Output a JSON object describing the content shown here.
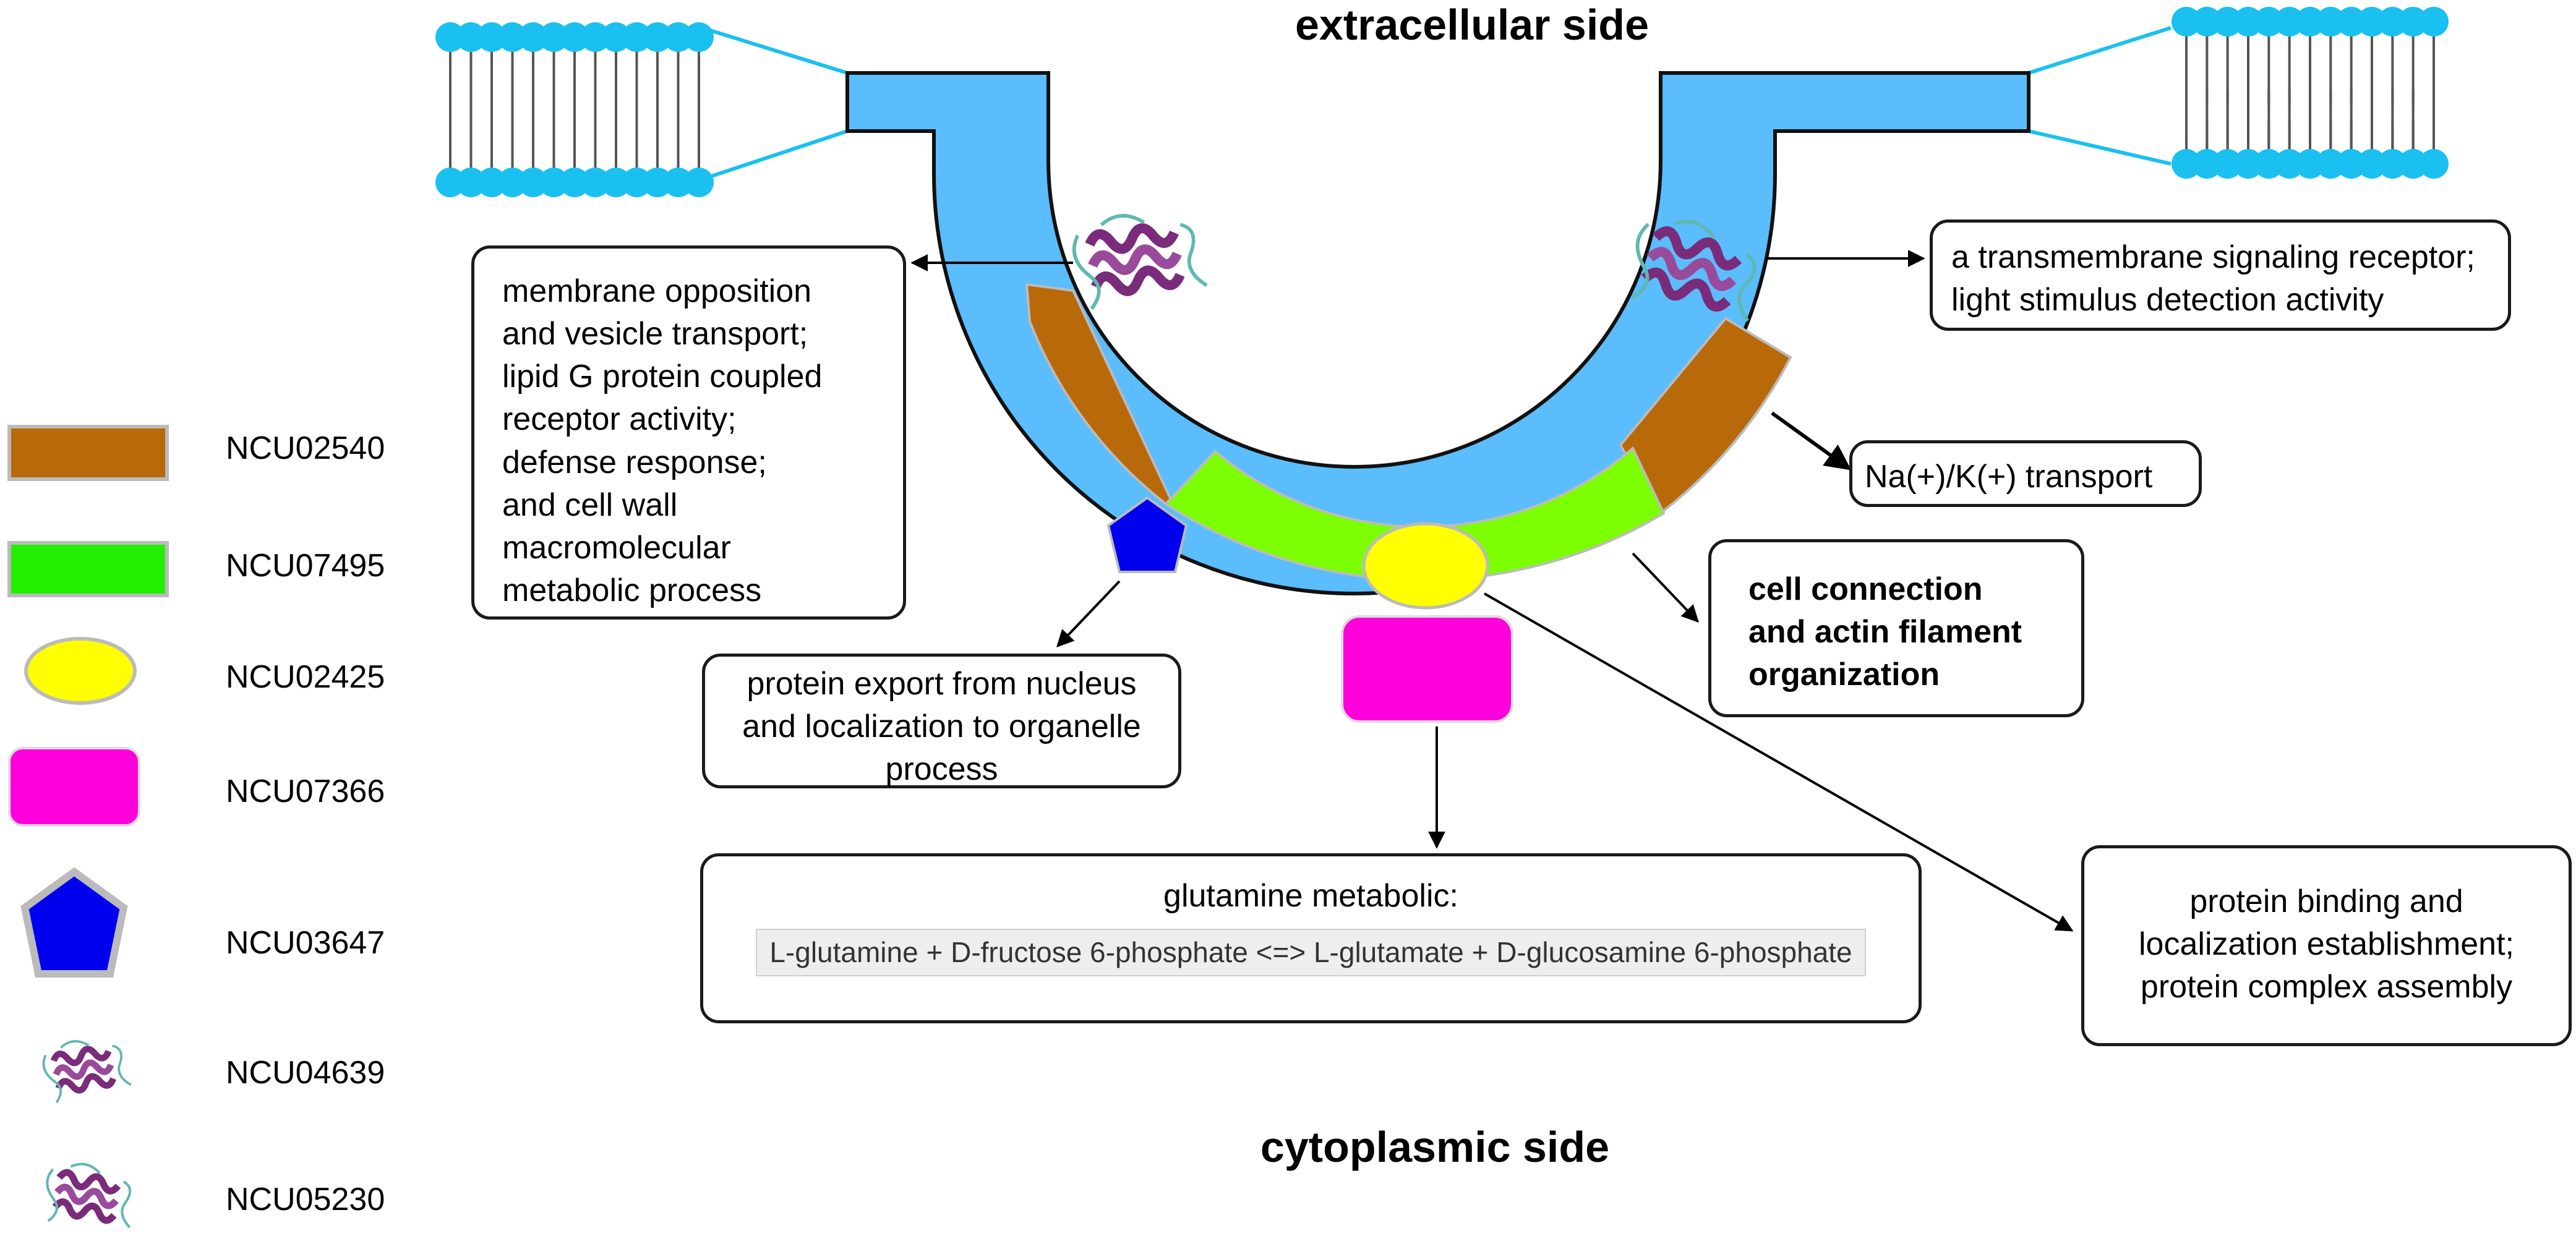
{
  "titles": {
    "extracellular": "extracellular side",
    "cytoplasmic": "cytoplasmic side"
  },
  "legend": [
    {
      "label": "NCU02540",
      "shape": "brown-rectangle",
      "color": "#b8690a"
    },
    {
      "label": "NCU07495",
      "shape": "green-rectangle",
      "color": "#22ee00"
    },
    {
      "label": "NCU02425",
      "shape": "yellow-ellipse",
      "color": "#ffff00"
    },
    {
      "label": "NCU07366",
      "shape": "magenta-rounded-rectangle",
      "color": "#ff00dd"
    },
    {
      "label": "NCU03647",
      "shape": "blue-pentagon",
      "color": "#0000ee"
    },
    {
      "label": "NCU04639",
      "shape": "protein-ribbon-icon",
      "color": "#8a3a8a"
    },
    {
      "label": "NCU05230",
      "shape": "protein-ribbon-icon",
      "color": "#8a3a8a"
    }
  ],
  "annotations": {
    "membrane_opposition": "membrane opposition\nand vesicle transport;\nlipid G protein coupled\nreceptor activity;\ndefense response;\nand cell wall\n macromolecular\nmetabolic process",
    "signaling_receptor": "a transmembrane signaling receptor;\nlight stimulus detection activity",
    "na_k_transport": "Na(+)/K(+) transport",
    "cell_connection": "cell connection\nand actin filament\norganization",
    "protein_export": "protein export from nucleus\nand  localization to organelle\nprocess",
    "glutamine_title": "glutamine metabolic:",
    "glutamine_reaction": "L-glutamine + D-fructose 6-phosphate <=> L-glutamate + D-glucosamine 6-phosphate",
    "protein_binding": "protein binding and\nlocalization establishment;\nprotein complex assembly"
  },
  "colors": {
    "membrane": "#5bbdfb",
    "lipid_head": "#1ac0f0",
    "brown": "#b8690a",
    "green": "#7cff00",
    "yellow": "#ffff00",
    "magenta": "#ff00dd",
    "blue": "#0000ee",
    "protein": "#8a3a8a"
  }
}
